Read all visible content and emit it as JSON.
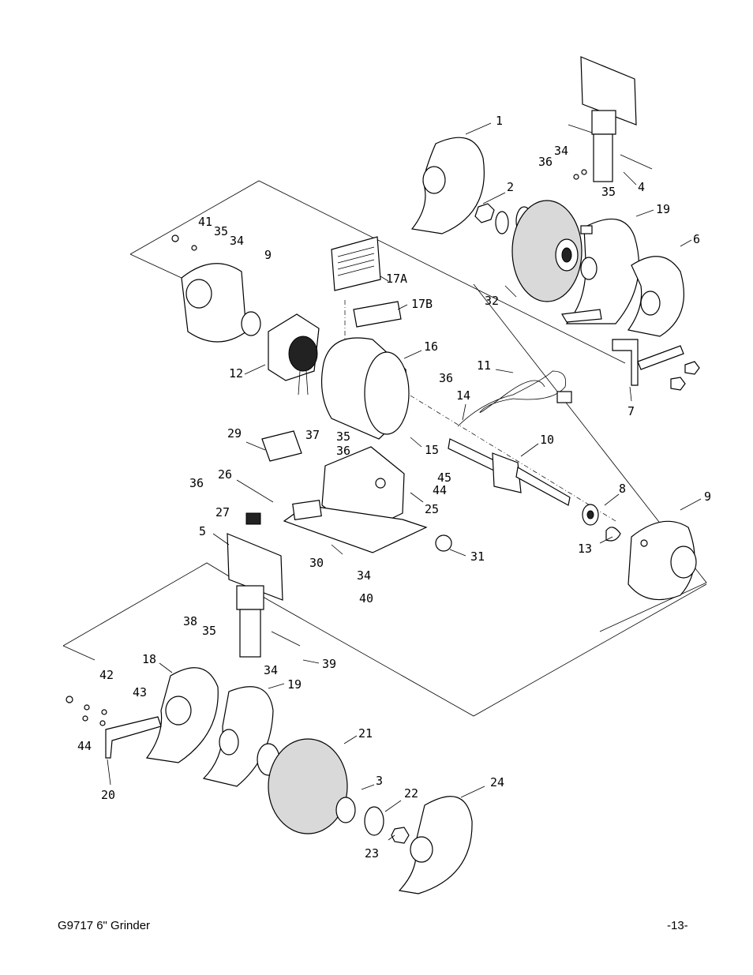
{
  "footer": {
    "title": "G9717 6\" Grinder",
    "page": "-13-"
  },
  "callouts": [
    {
      "id": "1",
      "label": "1"
    },
    {
      "id": "2",
      "label": "2"
    },
    {
      "id": "3",
      "label": "3"
    },
    {
      "id": "4",
      "label": "4"
    },
    {
      "id": "5",
      "label": "5"
    },
    {
      "id": "6",
      "label": "6"
    },
    {
      "id": "7",
      "label": "7"
    },
    {
      "id": "8",
      "label": "8"
    },
    {
      "id": "9a",
      "label": "9"
    },
    {
      "id": "9b",
      "label": "9"
    },
    {
      "id": "10",
      "label": "10"
    },
    {
      "id": "11",
      "label": "11"
    },
    {
      "id": "12",
      "label": "12"
    },
    {
      "id": "13",
      "label": "13"
    },
    {
      "id": "14",
      "label": "14"
    },
    {
      "id": "15",
      "label": "15"
    },
    {
      "id": "16",
      "label": "16"
    },
    {
      "id": "17A",
      "label": "17A"
    },
    {
      "id": "17B",
      "label": "17B"
    },
    {
      "id": "18",
      "label": "18"
    },
    {
      "id": "19a",
      "label": "19"
    },
    {
      "id": "19b",
      "label": "19"
    },
    {
      "id": "20",
      "label": "20"
    },
    {
      "id": "21",
      "label": "21"
    },
    {
      "id": "22",
      "label": "22"
    },
    {
      "id": "23",
      "label": "23"
    },
    {
      "id": "24",
      "label": "24"
    },
    {
      "id": "25",
      "label": "25"
    },
    {
      "id": "26",
      "label": "26"
    },
    {
      "id": "27",
      "label": "27"
    },
    {
      "id": "29",
      "label": "29"
    },
    {
      "id": "30",
      "label": "30"
    },
    {
      "id": "31",
      "label": "31"
    },
    {
      "id": "32",
      "label": "32"
    },
    {
      "id": "34a",
      "label": "34"
    },
    {
      "id": "34b",
      "label": "34"
    },
    {
      "id": "34c",
      "label": "34"
    },
    {
      "id": "34d",
      "label": "34"
    },
    {
      "id": "35a",
      "label": "35"
    },
    {
      "id": "35b",
      "label": "35"
    },
    {
      "id": "35c",
      "label": "35"
    },
    {
      "id": "35d",
      "label": "35"
    },
    {
      "id": "36a",
      "label": "36"
    },
    {
      "id": "36b",
      "label": "36"
    },
    {
      "id": "36c",
      "label": "36"
    },
    {
      "id": "36d",
      "label": "36"
    },
    {
      "id": "37",
      "label": "37"
    },
    {
      "id": "38",
      "label": "38"
    },
    {
      "id": "39",
      "label": "39"
    },
    {
      "id": "40",
      "label": "40"
    },
    {
      "id": "41",
      "label": "41"
    },
    {
      "id": "42",
      "label": "42"
    },
    {
      "id": "43",
      "label": "43"
    },
    {
      "id": "44a",
      "label": "44"
    },
    {
      "id": "44b",
      "label": "44"
    },
    {
      "id": "45",
      "label": "45"
    }
  ]
}
